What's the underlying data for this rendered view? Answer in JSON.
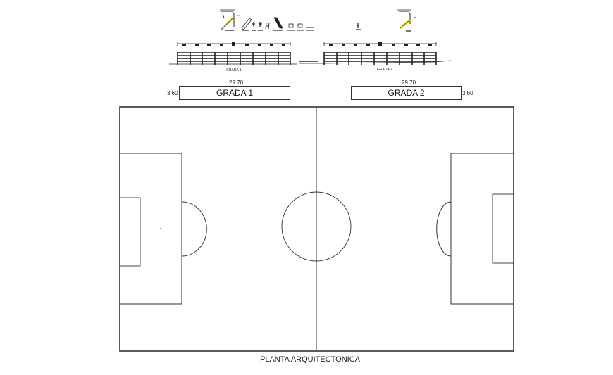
{
  "drawing": {
    "title": "PLANTA ARQUITECTONICA",
    "elevations": [
      {
        "label": "GRADA 1"
      },
      {
        "label": "GRADA 2"
      }
    ],
    "stands": [
      {
        "name": "GRADA 1",
        "length": "29.70",
        "width": "3.60"
      },
      {
        "name": "GRADA 2",
        "length": "29.70",
        "width": "3.60"
      }
    ],
    "colors": {
      "line": "#333333",
      "highlight": "#f2e600",
      "background": "#ffffff"
    }
  }
}
